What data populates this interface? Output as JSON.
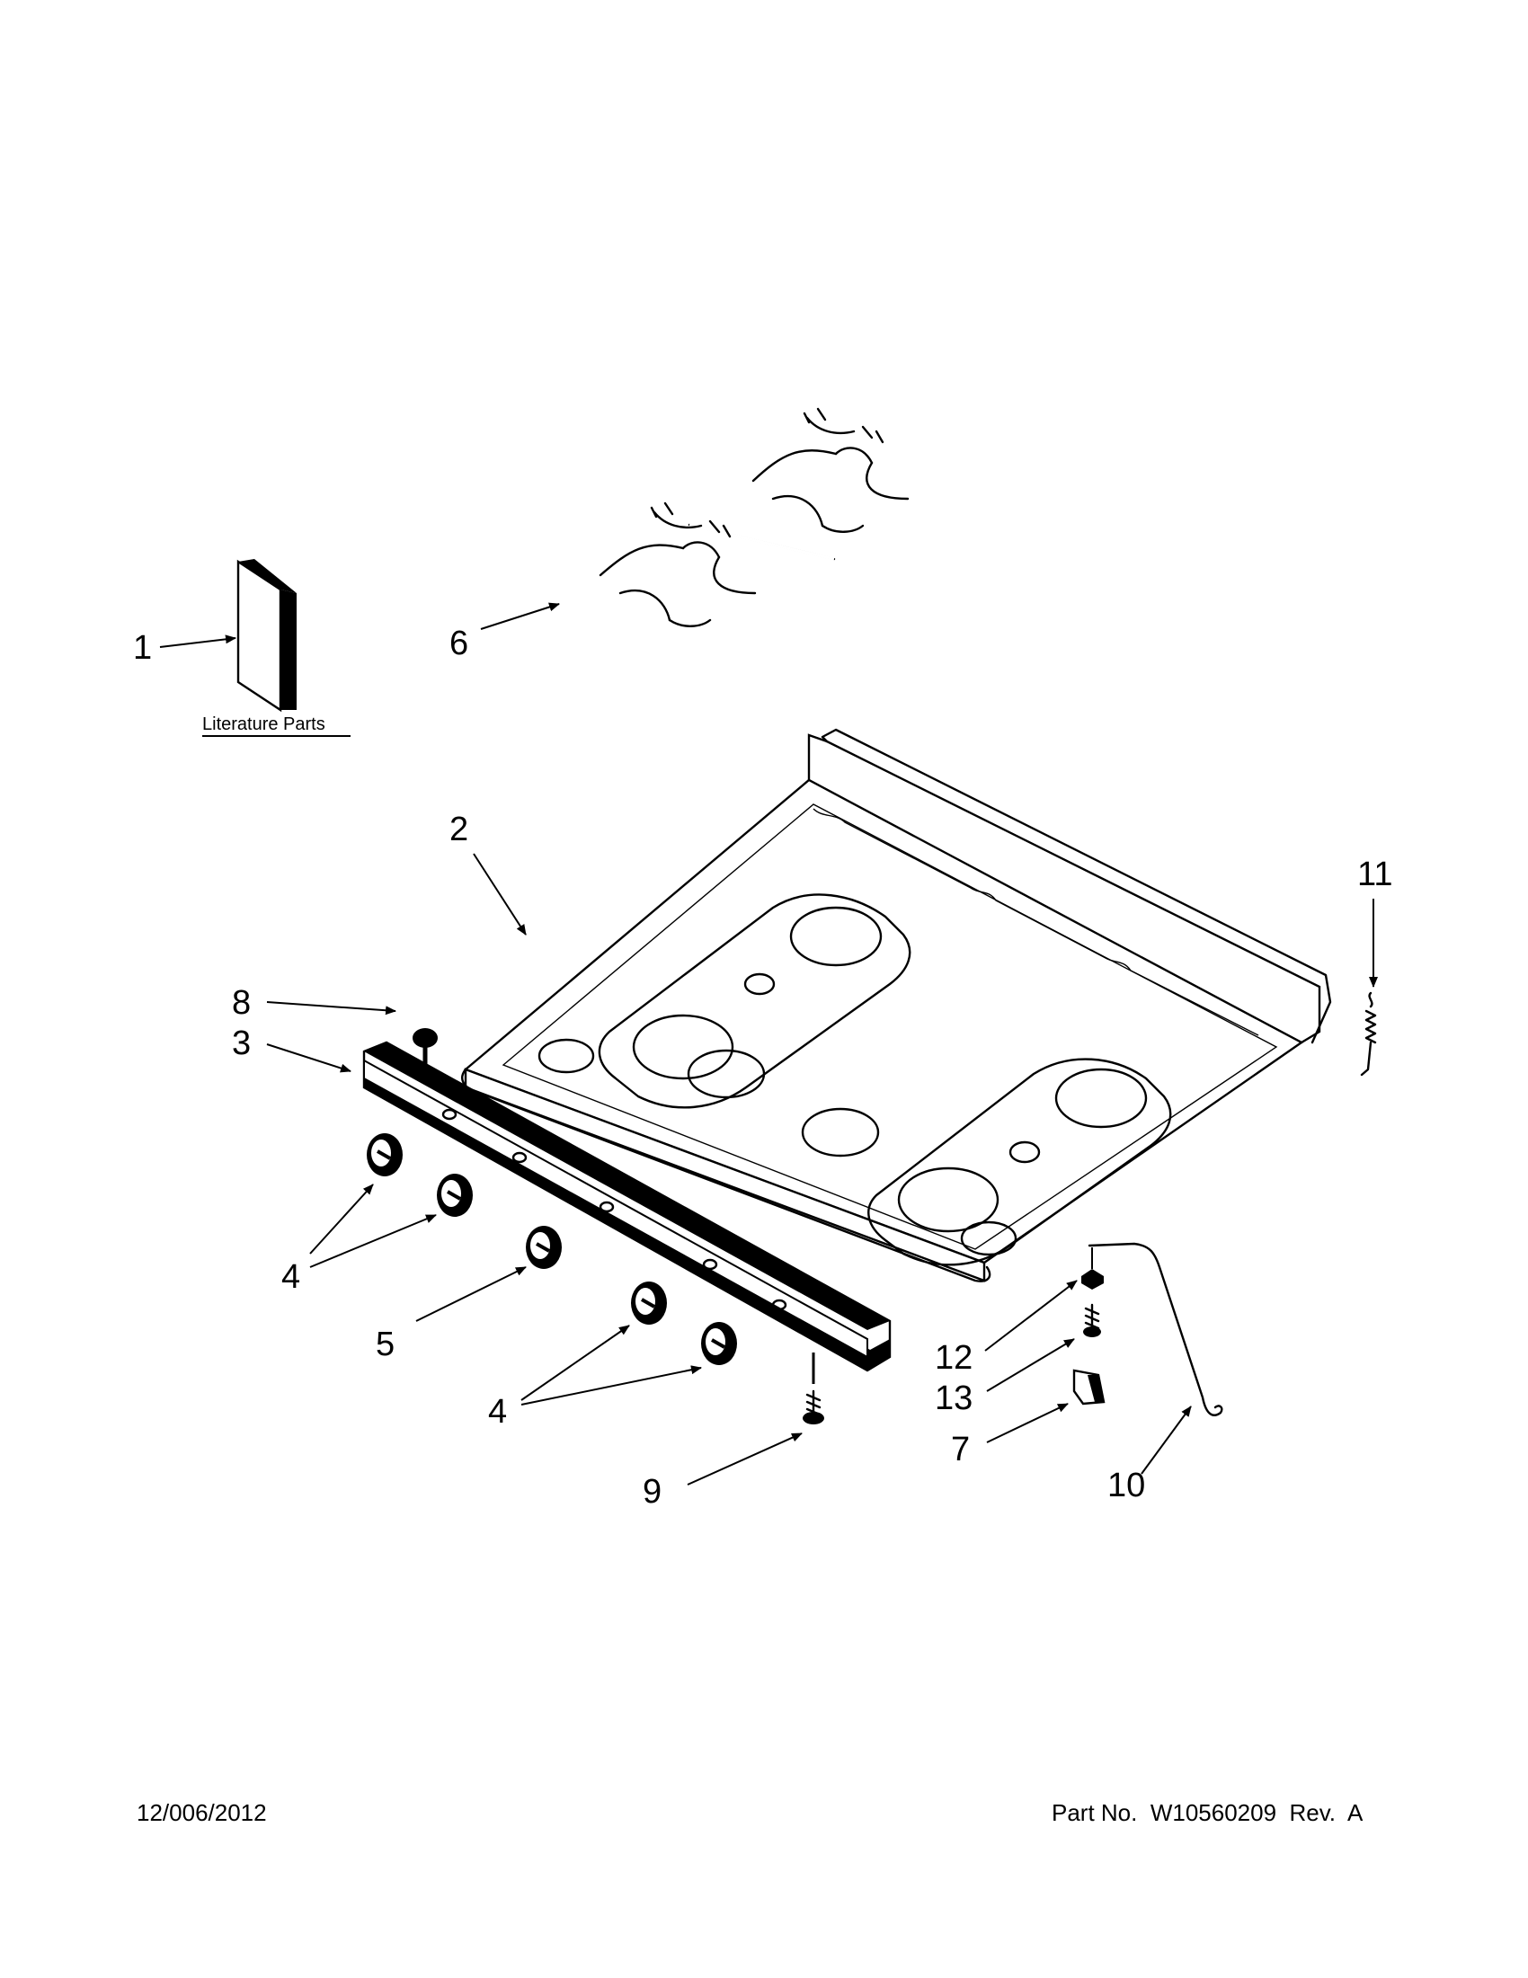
{
  "callouts": {
    "c1": "1",
    "c2": "2",
    "c3": "3",
    "c4a": "4",
    "c4b": "4",
    "c5": "5",
    "c6": "6",
    "c7": "7",
    "c8": "8",
    "c9": "9",
    "c10": "10",
    "c11": "11",
    "c12": "12",
    "c13": "13"
  },
  "literature_label": "Literature Parts",
  "footer": {
    "date": "12/006/2012",
    "part_number": "Part No.  W10560209  Rev.  A"
  }
}
